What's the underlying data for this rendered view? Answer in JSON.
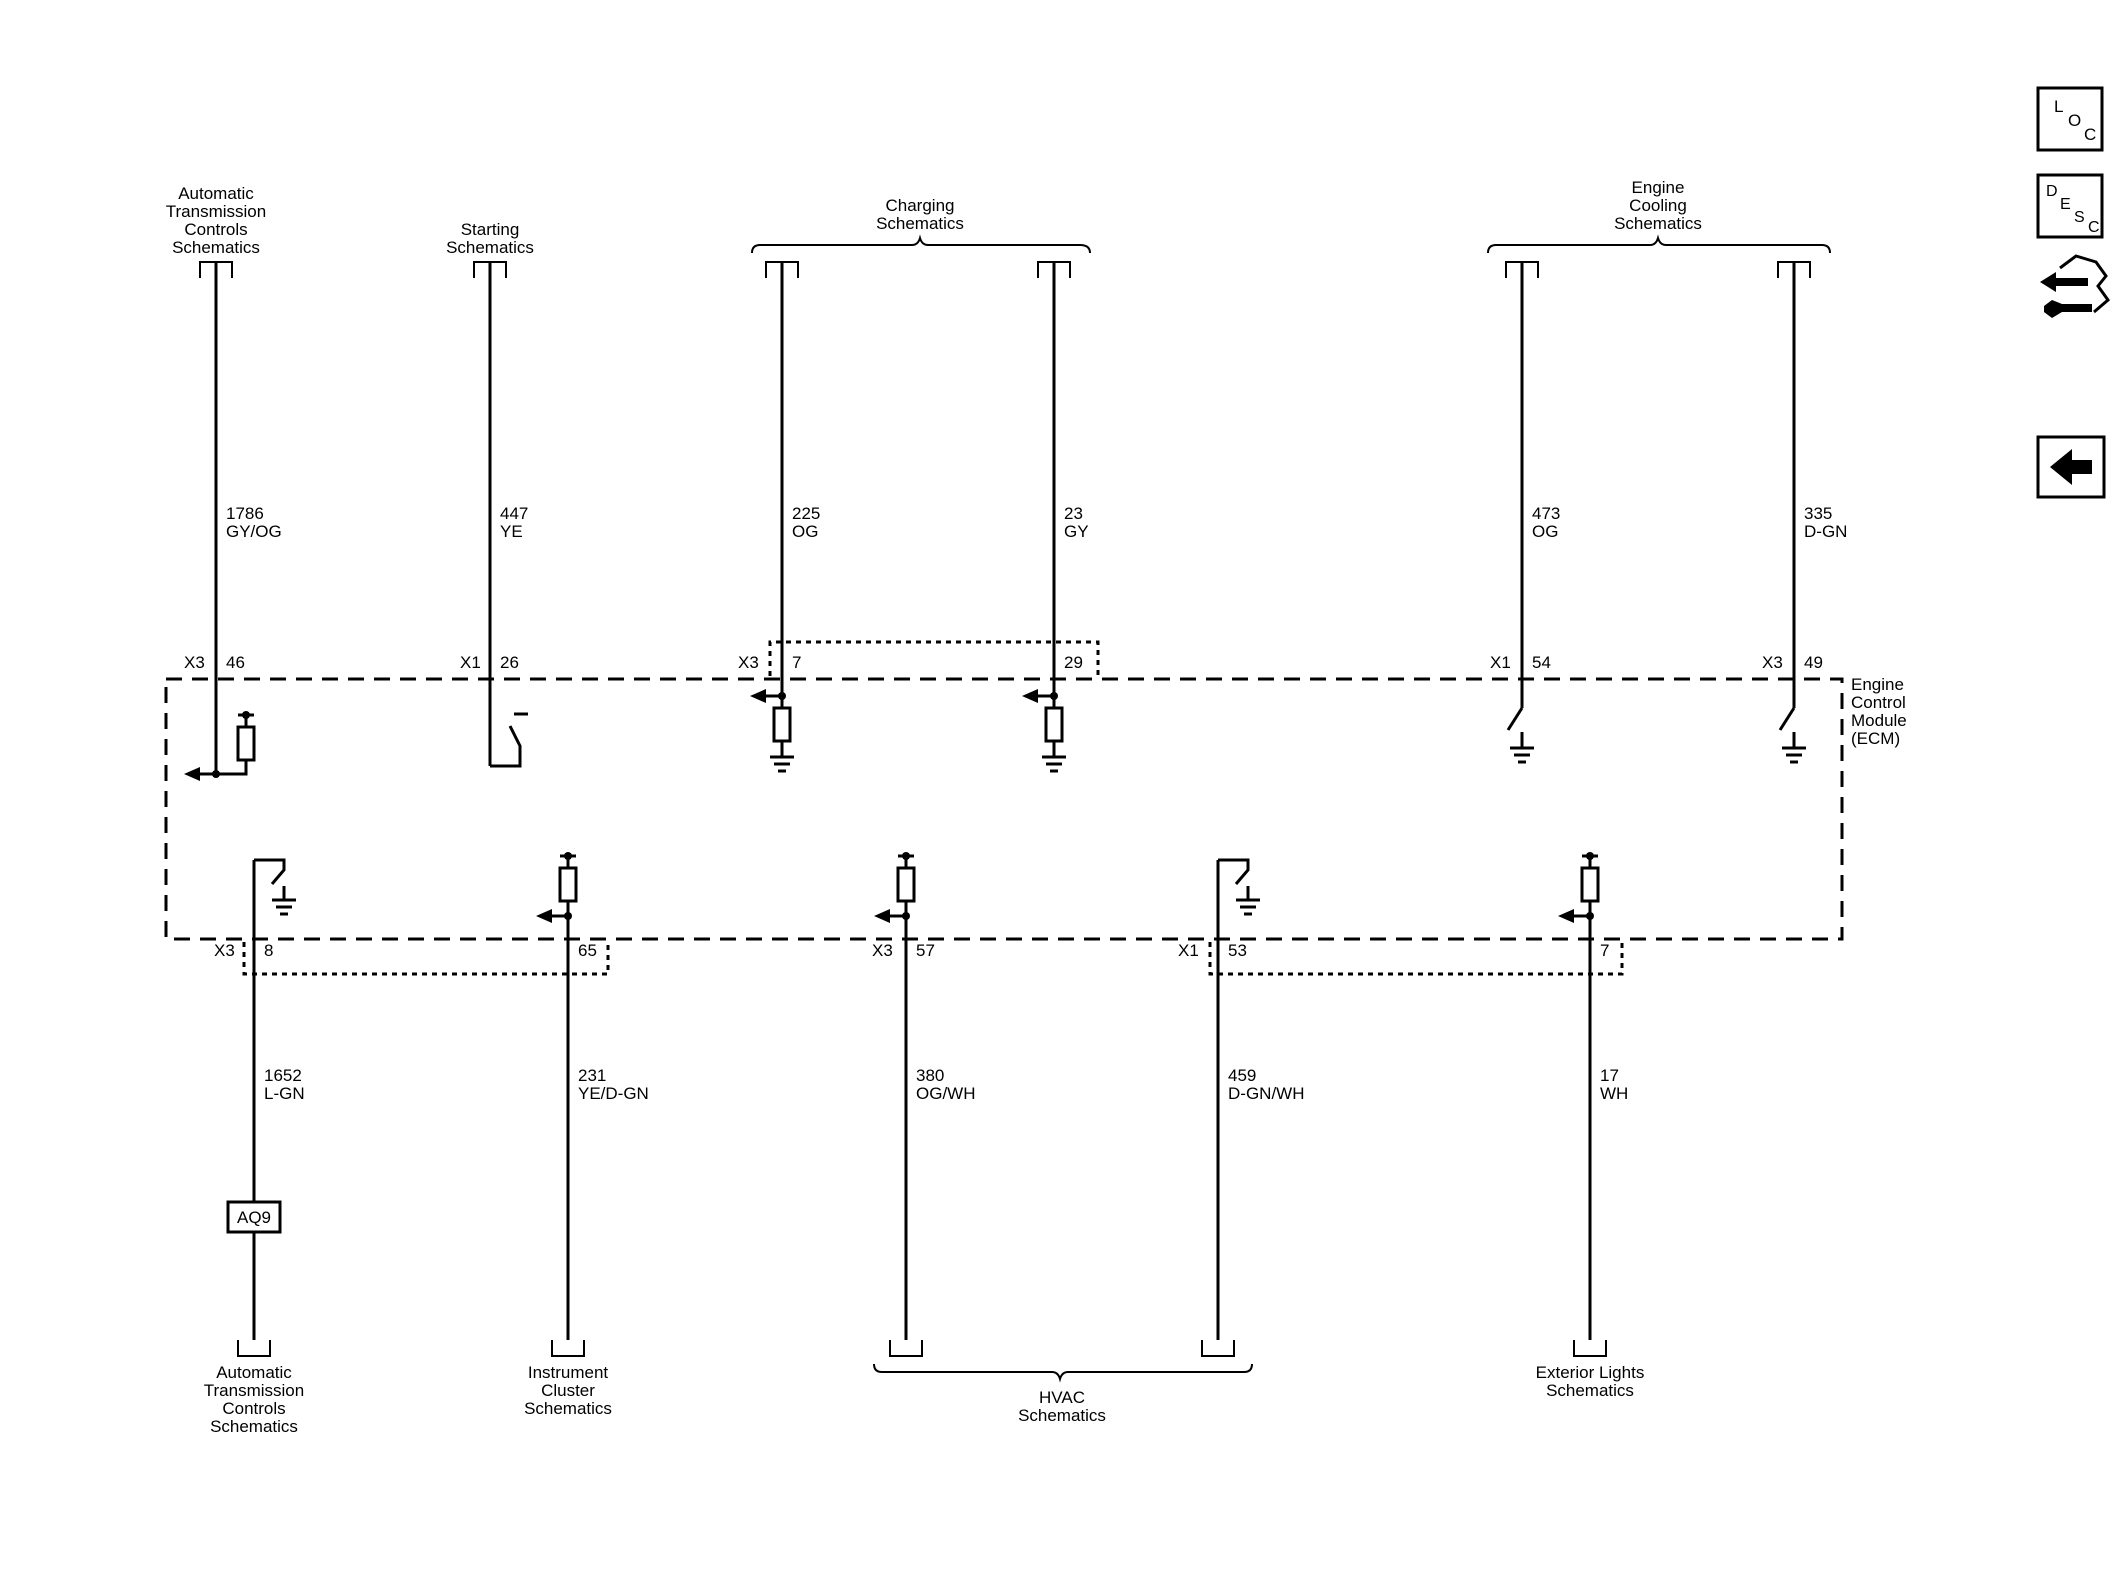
{
  "module": {
    "label": [
      "Engine",
      "Control",
      "Module",
      "(ECM)"
    ]
  },
  "groups": {
    "charging": [
      "Charging",
      "Schematics"
    ],
    "cooling": [
      "Engine",
      "Cooling",
      "Schematics"
    ],
    "hvac": [
      "HVAC",
      "Schematics"
    ]
  },
  "top_circuits": [
    {
      "dest": [
        "Automatic",
        "Transmission",
        "Controls",
        "Schematics"
      ],
      "circuit": "1786",
      "color": "GY/OG",
      "connector": "X3",
      "pin": "46"
    },
    {
      "dest": [
        "Starting",
        "Schematics"
      ],
      "circuit": "447",
      "color": "YE",
      "connector": "X1",
      "pin": "26"
    },
    {
      "dest": [],
      "circuit": "225",
      "color": "OG",
      "connector": "X3",
      "pin": "7"
    },
    {
      "dest": [],
      "circuit": "23",
      "color": "GY",
      "connector": "",
      "pin": "29"
    },
    {
      "dest": [],
      "circuit": "473",
      "color": "OG",
      "connector": "X1",
      "pin": "54"
    },
    {
      "dest": [],
      "circuit": "335",
      "color": "D-GN",
      "connector": "X3",
      "pin": "49"
    }
  ],
  "bottom_circuits": [
    {
      "dest": [
        "Automatic",
        "Transmission",
        "Controls",
        "Schematics"
      ],
      "circuit": "1652",
      "color": "L-GN",
      "connector": "X3",
      "pin": "8",
      "inline": "AQ9"
    },
    {
      "dest": [
        "Instrument",
        "Cluster",
        "Schematics"
      ],
      "circuit": "231",
      "color": "YE/D-GN",
      "connector": "",
      "pin": "65"
    },
    {
      "dest": [],
      "circuit": "380",
      "color": "OG/WH",
      "connector": "X3",
      "pin": "57"
    },
    {
      "dest": [],
      "circuit": "459",
      "color": "D-GN/WH",
      "connector": "X1",
      "pin": "53"
    },
    {
      "dest": [
        "Exterior Lights",
        "Schematics"
      ],
      "circuit": "17",
      "color": "WH",
      "connector": "",
      "pin": "7"
    }
  ],
  "nav_icons": {
    "loc": [
      "L",
      "O",
      "C"
    ],
    "desc": [
      "D",
      "E",
      "S",
      "C"
    ],
    "icons": [
      "loc-icon",
      "desc-icon",
      "connector-tool-icon",
      "back-arrow-icon"
    ]
  }
}
